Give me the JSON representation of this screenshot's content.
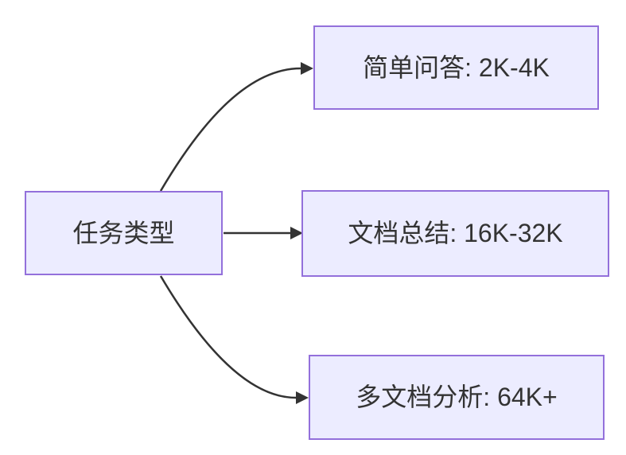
{
  "diagram": {
    "type": "flowchart-left-to-right",
    "root": {
      "label": "任务类型"
    },
    "children": [
      {
        "label": "简单问答: 2K-4K"
      },
      {
        "label": "文档总结: 16K-32K"
      },
      {
        "label": "多文档分析: 64K+"
      }
    ],
    "colors": {
      "node_fill": "#ECECFF",
      "node_border": "#9370DB",
      "node_text": "#333333",
      "edge": "#333333",
      "background": "#FFFFFF"
    }
  }
}
